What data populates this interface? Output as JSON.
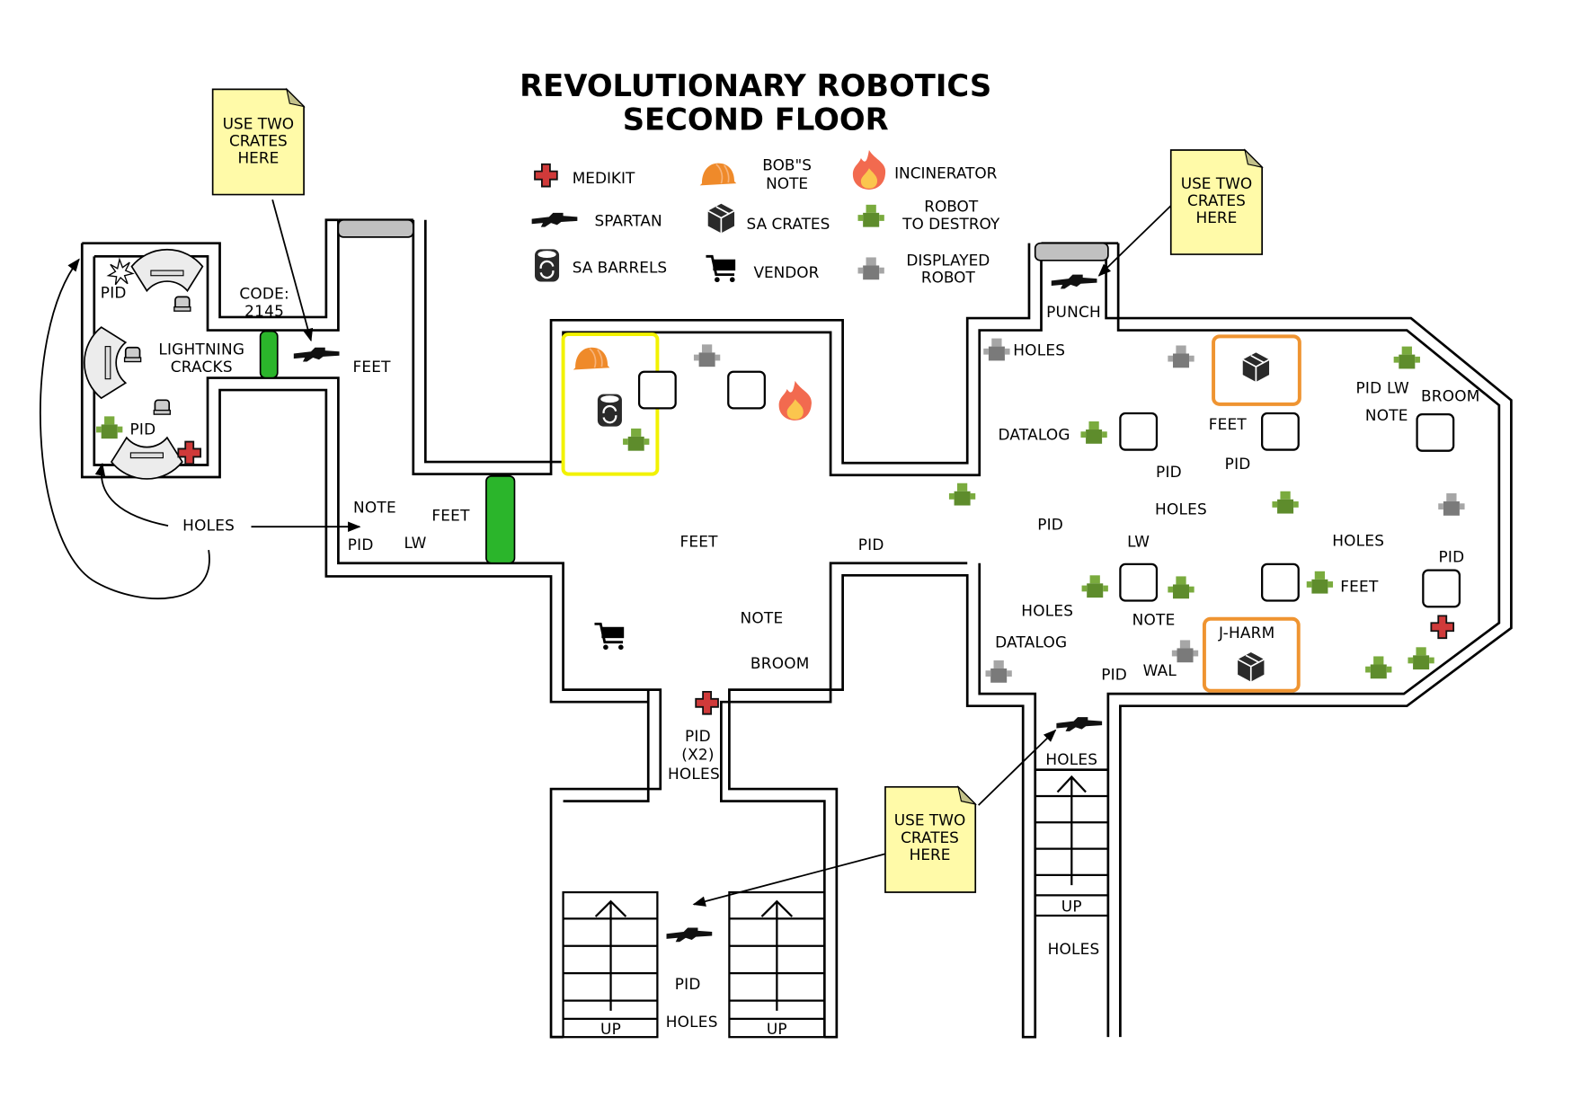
{
  "title": {
    "line1": "REVOLUTIONARY ROBOTICS",
    "line2": "SECOND FLOOR"
  },
  "legend": [
    {
      "icon": "medikit-icon",
      "label": "MEDIKIT"
    },
    {
      "icon": "spartan-icon",
      "label": "SPARTAN"
    },
    {
      "icon": "sa-barrel-icon",
      "label": "SA BARRELS"
    },
    {
      "icon": "hard-hat-icon",
      "label_line1": "BOB\"S",
      "label_line2": "NOTE"
    },
    {
      "icon": "sa-crate-icon",
      "label": "SA CRATES"
    },
    {
      "icon": "cart-icon",
      "label": "VENDOR"
    },
    {
      "icon": "fire-icon",
      "label": "INCINERATOR"
    },
    {
      "icon": "robot-green-icon",
      "label_line1": "ROBOT",
      "label_line2": "TO DESTROY"
    },
    {
      "icon": "robot-gray-icon",
      "label_line1": "DISPLAYED",
      "label_line2": "ROBOT"
    }
  ],
  "sticky_notes": [
    {
      "lines": [
        "USE TWO",
        "CRATES",
        "HERE"
      ]
    },
    {
      "lines": [
        "USE TWO",
        "CRATES",
        "HERE"
      ]
    },
    {
      "lines": [
        "USE TWO",
        "CRATES",
        "HERE"
      ]
    }
  ],
  "labels": {
    "office_pid_top": "PID",
    "office_pid_bottom": "PID",
    "lightning_1": "LIGHTNING",
    "lightning_2": "CRACKS",
    "code_1": "CODE:",
    "code_2": "2145",
    "corridor_feet": "FEET",
    "holes_callout": "HOLES",
    "west_note": "NOTE",
    "west_feet": "FEET",
    "west_pid": "PID",
    "west_lw": "LW",
    "hall_feet": "FEET",
    "hall_pid": "PID",
    "vendor_note": "NOTE",
    "vendor_broom": "BROOM",
    "south_pid": "PID",
    "south_x2": "(X2)",
    "south_holes": "HOLES",
    "stairs_pid": "PID",
    "stairs_holes": "HOLES",
    "stair_up_left": "UP",
    "stair_up_right": "UP",
    "stair_up_east": "UP",
    "east_stair_holes_top": "HOLES",
    "east_stair_holes_bottom": "HOLES",
    "punch": "PUNCH",
    "ne_holes": "HOLES",
    "datalog_1": "DATALOG",
    "feet_east_1": "FEET",
    "pid_e1": "PID",
    "pid_e2": "PID",
    "pid_lw": "PID  LW",
    "broom_e": "BROOM",
    "note_e": "NOTE",
    "holes_e1": "HOLES",
    "pid_e3": "PID",
    "lw_e": "LW",
    "holes_e2": "HOLES",
    "pid_e4": "PID",
    "feet_east_2": "FEET",
    "holes_e3": "HOLES",
    "note_e2": "NOTE",
    "datalog_2": "DATALOG",
    "pid_e5": "PID",
    "wal": "WAL",
    "jharm": "J-HARM"
  },
  "colors": {
    "medikit": "#d03a3a",
    "door_green": "#2bb52b",
    "door_gray": "#c0c0c0",
    "sticky": "#fffaa8",
    "highlight_yellow": "#f2f200",
    "highlight_orange": "#ef9431",
    "robot_green": "#6a9a35",
    "robot_gray": "#8a8a8a",
    "fire": "#f26a4f",
    "hat": "#ef8a2a"
  }
}
